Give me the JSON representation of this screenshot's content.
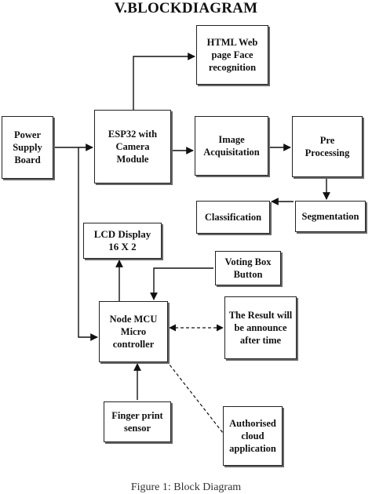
{
  "title": "V.BLOCKDIAGRAM",
  "caption": "Figure 1: Block Diagram",
  "blocks": {
    "html_web": "HTML Web\npage Face\nrecognition",
    "power": "Power\nSupply\nBoard",
    "esp32": "ESP32 with\nCamera\nModule",
    "image_acq": "Image\nAcquisitation",
    "pre_proc": "Pre\nProcessing",
    "classification": "Classification",
    "segmentation": "Segmentation",
    "lcd": "LCD Display\n16 X 2",
    "voting": "Voting Box\nButton",
    "nodemcu": "Node MCU\nMicro\ncontroller",
    "result": "The Result will\nbe announce\nafter time",
    "finger": "Finger print\nsensor",
    "cloud": "Authorised\ncloud\napplication"
  }
}
